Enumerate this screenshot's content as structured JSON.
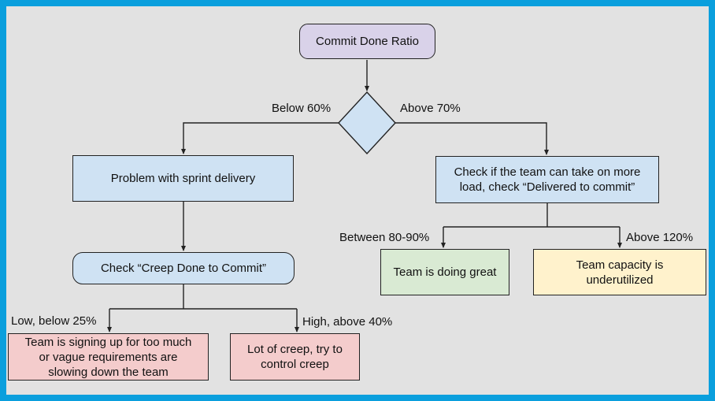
{
  "diagram": {
    "title": "Commit Done Ratio",
    "nodes": {
      "start": {
        "label": "Commit Done Ratio"
      },
      "decision": {
        "type": "diamond decision on Commit Done Ratio value"
      },
      "problem": {
        "label": "Problem with sprint delivery"
      },
      "check_delivered": {
        "label": "Check if the team can take on more load, check “Delivered to commit”",
        "lines": [
          "Check if the team can take on more",
          "load, check “Delivered to commit”"
        ]
      },
      "check_creep": {
        "label": "Check “Creep Done to Commit”"
      },
      "too_much": {
        "label": "Team is signing up for too much or vague requirements are slowing down the team",
        "lines": [
          "Team is signing up for too much",
          "or vague requirements are",
          "slowing down the team"
        ]
      },
      "lot_creep": {
        "label": "Lot of creep, try to control creep",
        "lines": [
          "Lot of creep, try to",
          "control creep"
        ]
      },
      "doing_great": {
        "label": "Team is doing great"
      },
      "underutilized": {
        "label": "Team capacity is underutilized",
        "lines": [
          "Team capacity is",
          "underutilized"
        ]
      }
    },
    "edge_labels": {
      "below60": "Below 60%",
      "above70": "Above 70%",
      "low25": "Low, below 25%",
      "high40": "High, above 40%",
      "between8090": "Between 80-90%",
      "above120": "Above 120%"
    },
    "colors": {
      "frame_border": "#0a9fdd",
      "background": "#e2e2e2",
      "start_fill": "#d9d2e9",
      "process_fill": "#cfe2f3",
      "decision_fill": "#cfe2f3",
      "warning_fill": "#f4cccc",
      "success_fill": "#d9ead3",
      "caution_fill": "#fff2cc",
      "shape_stroke": "#222222",
      "text": "#111111"
    }
  }
}
